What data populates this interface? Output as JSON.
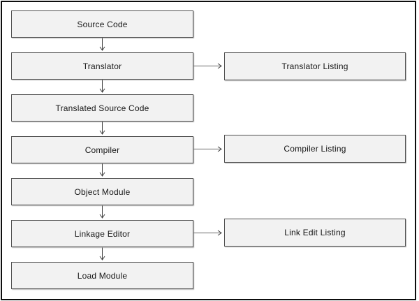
{
  "diagram": {
    "background_color": "#ffffff",
    "frame_border_color": "#0d0d0d",
    "node_fill_color": "#f2f2f2",
    "node_border_color": "#4f4f4f",
    "down_arrow_color": "#3f3f3f",
    "right_arrow_color": "#8c8c8c",
    "text_color": "#161616",
    "main_nodes": [
      {
        "id": "source-code",
        "label": "Source Code"
      },
      {
        "id": "translator",
        "label": "Translator"
      },
      {
        "id": "translated-source-code",
        "label": "Translated Source Code"
      },
      {
        "id": "compiler",
        "label": "Compiler"
      },
      {
        "id": "object-module",
        "label": "Object Module"
      },
      {
        "id": "linkage-editor",
        "label": "Linkage Editor"
      },
      {
        "id": "load-module",
        "label": "Load Module"
      }
    ],
    "side_nodes": [
      {
        "id": "translator-listing",
        "label": "Translator Listing"
      },
      {
        "id": "compiler-listing",
        "label": "Compiler Listing"
      },
      {
        "id": "link-edit-listing",
        "label": "Link Edit Listing"
      }
    ],
    "edges": [
      {
        "from": "source-code",
        "to": "translator",
        "direction": "down"
      },
      {
        "from": "translator",
        "to": "translated-source-code",
        "direction": "down"
      },
      {
        "from": "translated-source-code",
        "to": "compiler",
        "direction": "down"
      },
      {
        "from": "compiler",
        "to": "object-module",
        "direction": "down"
      },
      {
        "from": "object-module",
        "to": "linkage-editor",
        "direction": "down"
      },
      {
        "from": "linkage-editor",
        "to": "load-module",
        "direction": "down"
      },
      {
        "from": "translator",
        "to": "translator-listing",
        "direction": "right"
      },
      {
        "from": "compiler",
        "to": "compiler-listing",
        "direction": "right"
      },
      {
        "from": "linkage-editor",
        "to": "link-edit-listing",
        "direction": "right"
      }
    ]
  }
}
